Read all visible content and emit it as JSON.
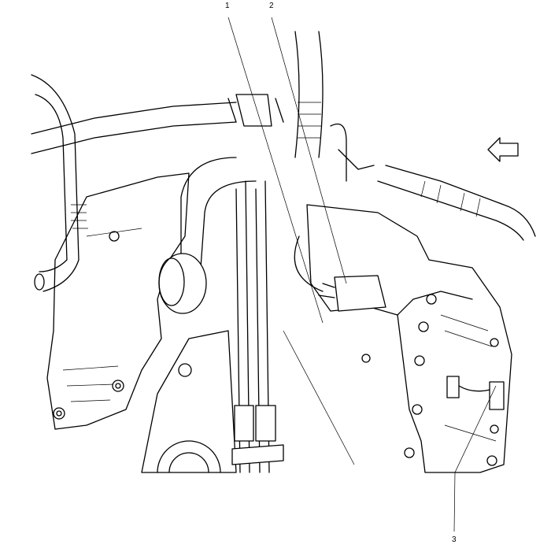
{
  "callouts": [
    {
      "label": "1"
    },
    {
      "label": "2"
    },
    {
      "label": "3"
    }
  ],
  "icons": {
    "direction_arrow": "arrow-left-icon"
  }
}
